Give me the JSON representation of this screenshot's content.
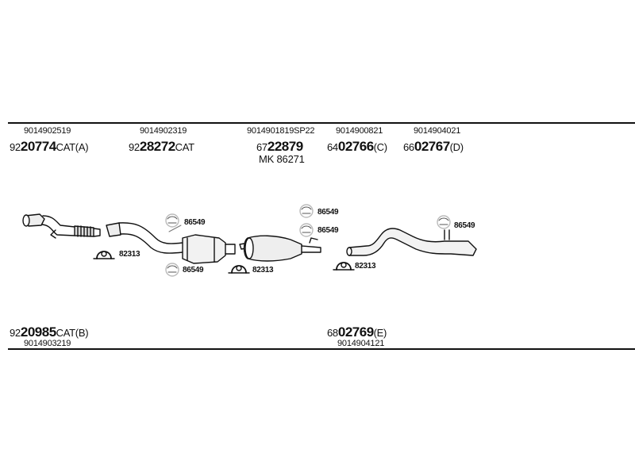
{
  "top_row": [
    {
      "ref": "9014902519",
      "pn_prefix": "92",
      "pn_main": "20774",
      "pn_suffix": "CAT(A)"
    },
    {
      "ref": "9014902319",
      "pn_prefix": "92",
      "pn_main": "28272",
      "pn_suffix": "CAT"
    },
    {
      "ref": "9014901819SP22",
      "pn_prefix": "67",
      "pn_main": "22879",
      "pn_suffix": "",
      "mk": "MK  86271"
    },
    {
      "ref": "9014900821",
      "pn_prefix": "64",
      "pn_main": "02766",
      "pn_suffix": "(C)"
    },
    {
      "ref": "9014904021",
      "pn_prefix": "66",
      "pn_main": "02767",
      "pn_suffix": "(D)"
    }
  ],
  "bottom_row": [
    {
      "ref": "9014903219",
      "pn_prefix": "92",
      "pn_main": "20985",
      "pn_suffix": "CAT(B)"
    },
    {
      "ref": "9014904121",
      "pn_prefix": "68",
      "pn_main": "02769",
      "pn_suffix": "(E)"
    }
  ],
  "part_tags": {
    "hanger_1": "86549",
    "hanger_2": "86549",
    "hanger_3": "86549",
    "hanger_4": "86549",
    "hanger_5": "86549",
    "clamp_1": "82313",
    "clamp_2": "82313",
    "clamp_3": "82313"
  }
}
